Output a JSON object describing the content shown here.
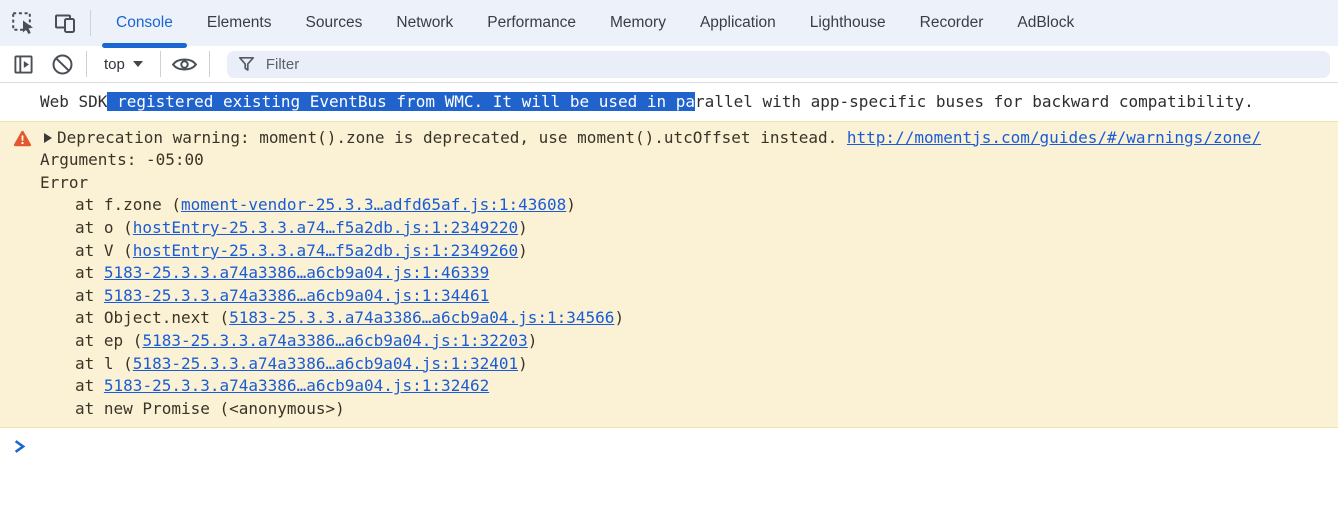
{
  "colors": {
    "accent_blue": "#1967d2",
    "selection_blue": "#2063cc",
    "link_blue": "#1a5cd7",
    "warning_bg": "#fbf2d5",
    "warning_border": "#f0e2ab",
    "warning_icon_orange": "#e2592c",
    "tabbar_bg": "#edf1fa"
  },
  "tabs": {
    "items": [
      {
        "label": "Console",
        "active": true
      },
      {
        "label": "Elements",
        "active": false
      },
      {
        "label": "Sources",
        "active": false
      },
      {
        "label": "Network",
        "active": false
      },
      {
        "label": "Performance",
        "active": false
      },
      {
        "label": "Memory",
        "active": false
      },
      {
        "label": "Application",
        "active": false
      },
      {
        "label": "Lighthouse",
        "active": false
      },
      {
        "label": "Recorder",
        "active": false
      },
      {
        "label": "AdBlock",
        "active": false
      }
    ]
  },
  "toolbar": {
    "context_selector_label": "top",
    "filter_placeholder": "Filter",
    "icons": [
      "show-console-sidebar-icon",
      "clear-console-icon",
      "eye-icon",
      "filter-funnel-icon"
    ]
  },
  "console": {
    "log_message": {
      "prefix": "Web SDK",
      "selected": " registered existing EventBus from WMC. It will be used in pa",
      "suffix": "rallel with app-specific buses for backward compatibility."
    },
    "warning": {
      "message": "Deprecation warning: moment().zone is deprecated, use moment().utcOffset instead. ",
      "link": "http://momentjs.com/guides/#/warnings/zone/",
      "arguments_line": "Arguments: -05:00",
      "error_label": "Error",
      "stack": [
        {
          "pre": "at f.zone (",
          "link": "moment-vendor-25.3.3…adfd65af.js:1:43608",
          "post": ")"
        },
        {
          "pre": "at o (",
          "link": "hostEntry-25.3.3.a74…f5a2db.js:1:2349220",
          "post": ")"
        },
        {
          "pre": "at V (",
          "link": "hostEntry-25.3.3.a74…f5a2db.js:1:2349260",
          "post": ")"
        },
        {
          "pre": "at ",
          "link": "5183-25.3.3.a74a3386…a6cb9a04.js:1:46339",
          "post": ""
        },
        {
          "pre": "at ",
          "link": "5183-25.3.3.a74a3386…a6cb9a04.js:1:34461",
          "post": ""
        },
        {
          "pre": "at Object.next (",
          "link": "5183-25.3.3.a74a3386…a6cb9a04.js:1:34566",
          "post": ")"
        },
        {
          "pre": "at ep (",
          "link": "5183-25.3.3.a74a3386…a6cb9a04.js:1:32203",
          "post": ")"
        },
        {
          "pre": "at l (",
          "link": "5183-25.3.3.a74a3386…a6cb9a04.js:1:32401",
          "post": ")"
        },
        {
          "pre": "at ",
          "link": "5183-25.3.3.a74a3386…a6cb9a04.js:1:32462",
          "post": ""
        },
        {
          "pre": "at new Promise (<anonymous>)",
          "link": "",
          "post": ""
        }
      ]
    }
  }
}
